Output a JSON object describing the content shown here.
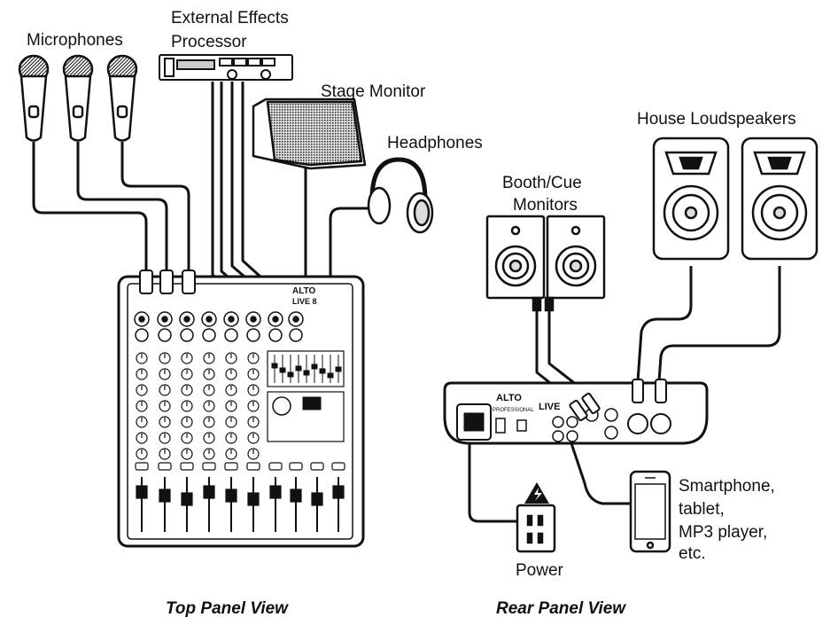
{
  "labels": {
    "microphones": "Microphones",
    "effects_line1": "External Effects",
    "effects_line2": "Processor",
    "stage_monitor": "Stage Monitor",
    "headphones": "Headphones",
    "booth_line1": "Booth/Cue",
    "booth_line2": "Monitors",
    "house_loudspeakers": "House Loudspeakers",
    "device_line1": "Smartphone,",
    "device_line2": "tablet,",
    "device_line3": "MP3 player,",
    "device_line4": "etc.",
    "power": "Power"
  },
  "captions": {
    "top_panel": "Top Panel View",
    "rear_panel": "Rear Panel View"
  },
  "mixer_branding": {
    "top_logo": "ALTO",
    "top_model": "LIVE 8",
    "rear_logo": "ALTO",
    "rear_model": "LIVE",
    "rear_sub": "PROFESSIONAL"
  },
  "colors": {
    "line": "#111111",
    "fill": "#ffffff",
    "shade": "#d9d9d9"
  }
}
